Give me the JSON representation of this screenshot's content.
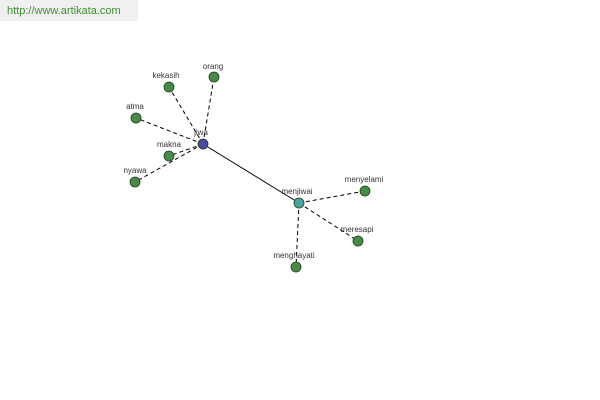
{
  "header": {
    "url": "http://www.artikata.com"
  },
  "colors": {
    "hub_primary": "#4a4aa0",
    "hub_secondary": "#4aa3a0",
    "leaf": "#4a8a48",
    "edge": "#000000",
    "url_text": "#3c8f2f"
  },
  "graph": {
    "nodes": [
      {
        "id": "jiwa",
        "label": "jiwa",
        "kind": "hub_primary"
      },
      {
        "id": "menjiwai",
        "label": "menjiwai",
        "kind": "hub_secondary"
      },
      {
        "id": "kekasih",
        "label": "kekasih",
        "kind": "leaf"
      },
      {
        "id": "orang",
        "label": "orang",
        "kind": "leaf"
      },
      {
        "id": "atma",
        "label": "atma",
        "kind": "leaf"
      },
      {
        "id": "makna",
        "label": "makna",
        "kind": "leaf"
      },
      {
        "id": "nyawa",
        "label": "nyawa",
        "kind": "leaf"
      },
      {
        "id": "menyelami",
        "label": "menyelami",
        "kind": "leaf"
      },
      {
        "id": "meresapi",
        "label": "meresapi",
        "kind": "leaf"
      },
      {
        "id": "menghayati",
        "label": "menghayati",
        "kind": "leaf"
      }
    ],
    "edges": [
      {
        "from": "jiwa",
        "to": "menjiwai",
        "style": "solid"
      },
      {
        "from": "jiwa",
        "to": "kekasih",
        "style": "dashed"
      },
      {
        "from": "jiwa",
        "to": "orang",
        "style": "dashed"
      },
      {
        "from": "jiwa",
        "to": "atma",
        "style": "dashed"
      },
      {
        "from": "jiwa",
        "to": "makna",
        "style": "dashed"
      },
      {
        "from": "jiwa",
        "to": "nyawa",
        "style": "dashed"
      },
      {
        "from": "menjiwai",
        "to": "menyelami",
        "style": "dashed"
      },
      {
        "from": "menjiwai",
        "to": "meresapi",
        "style": "dashed"
      },
      {
        "from": "menjiwai",
        "to": "menghayati",
        "style": "dashed"
      }
    ]
  }
}
